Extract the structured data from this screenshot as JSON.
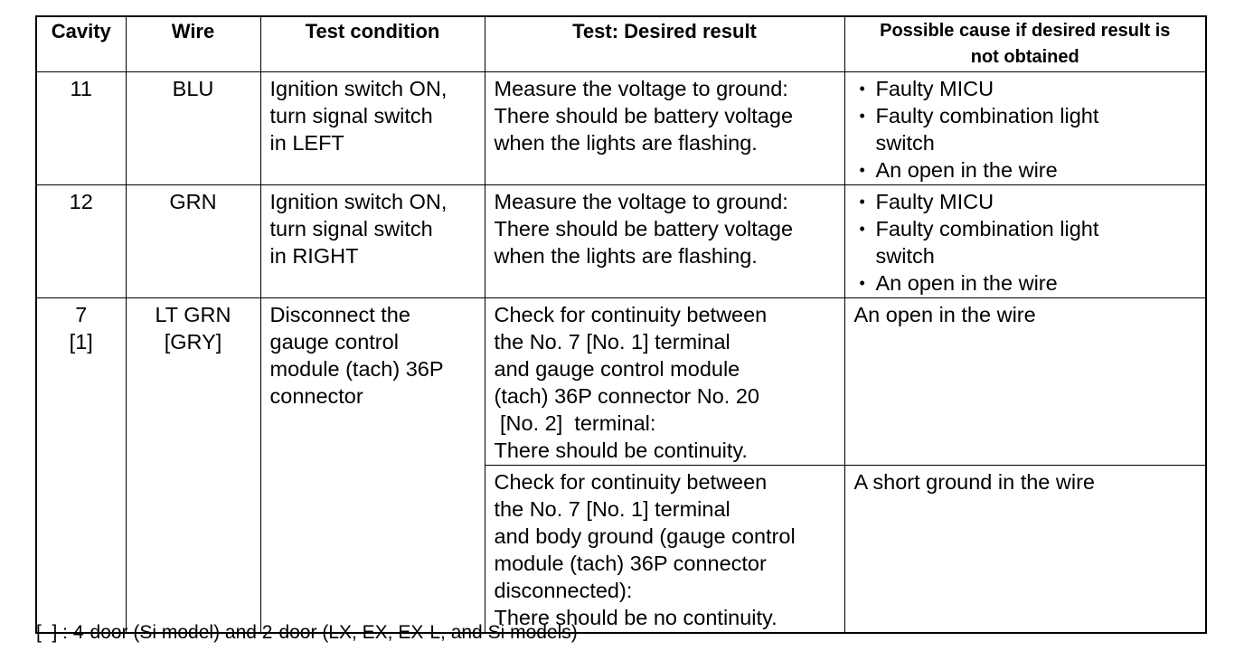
{
  "headers": {
    "cavity": "Cavity",
    "wire": "Wire",
    "test_condition": "Test condition",
    "test_result": "Test: Desired result",
    "possible_cause_lines": [
      "Possible cause if desired result is",
      "not obtained"
    ]
  },
  "rows": [
    {
      "cavity_lines": [
        "11"
      ],
      "wire_lines": [
        "BLU"
      ],
      "condition_lines": [
        "Ignition switch ON,",
        "turn signal switch",
        "in LEFT"
      ],
      "result_lines": [
        "Measure the voltage to ground:",
        "There should be battery voltage",
        "when the lights are flashing."
      ],
      "causes": [
        {
          "lines": [
            "Faulty MICU"
          ]
        },
        {
          "lines": [
            "Faulty combination light",
            "switch"
          ]
        },
        {
          "lines": [
            "An open in the wire"
          ]
        }
      ]
    },
    {
      "cavity_lines": [
        "12"
      ],
      "wire_lines": [
        "GRN"
      ],
      "condition_lines": [
        "Ignition switch ON,",
        "turn signal switch",
        "in RIGHT"
      ],
      "result_lines": [
        "Measure the voltage to ground:",
        "There should be battery voltage",
        "when the lights are flashing."
      ],
      "causes": [
        {
          "lines": [
            "Faulty MICU"
          ]
        },
        {
          "lines": [
            "Faulty combination light",
            "switch"
          ]
        },
        {
          "lines": [
            "An open in the wire"
          ]
        }
      ]
    },
    {
      "cavity_lines": [
        "7",
        "[1]"
      ],
      "wire_lines": [
        "LT GRN",
        "[GRY]"
      ],
      "condition_lines": [
        "Disconnect the",
        "gauge control",
        "module (tach) 36P",
        "connector"
      ],
      "checks": [
        {
          "result_lines": [
            "Check for continuity between",
            "the No. 7  [No. 1]  terminal",
            "and gauge control module",
            "(tach) 36P connector No. 20",
            " [No. 2]  terminal:",
            "There should be continuity."
          ],
          "cause": "An open in the wire"
        },
        {
          "result_lines": [
            "Check for continuity between",
            "the No. 7  [No. 1]  terminal",
            "and body ground (gauge control",
            "module (tach) 36P connector",
            "disconnected):",
            "There should be no continuity."
          ],
          "cause": "A short ground in the wire"
        }
      ]
    }
  ],
  "footnote": "[  ] : 4-door (Si model) and 2-door (LX, EX, EX-L, and Si models)",
  "bullet_glyph": "•"
}
